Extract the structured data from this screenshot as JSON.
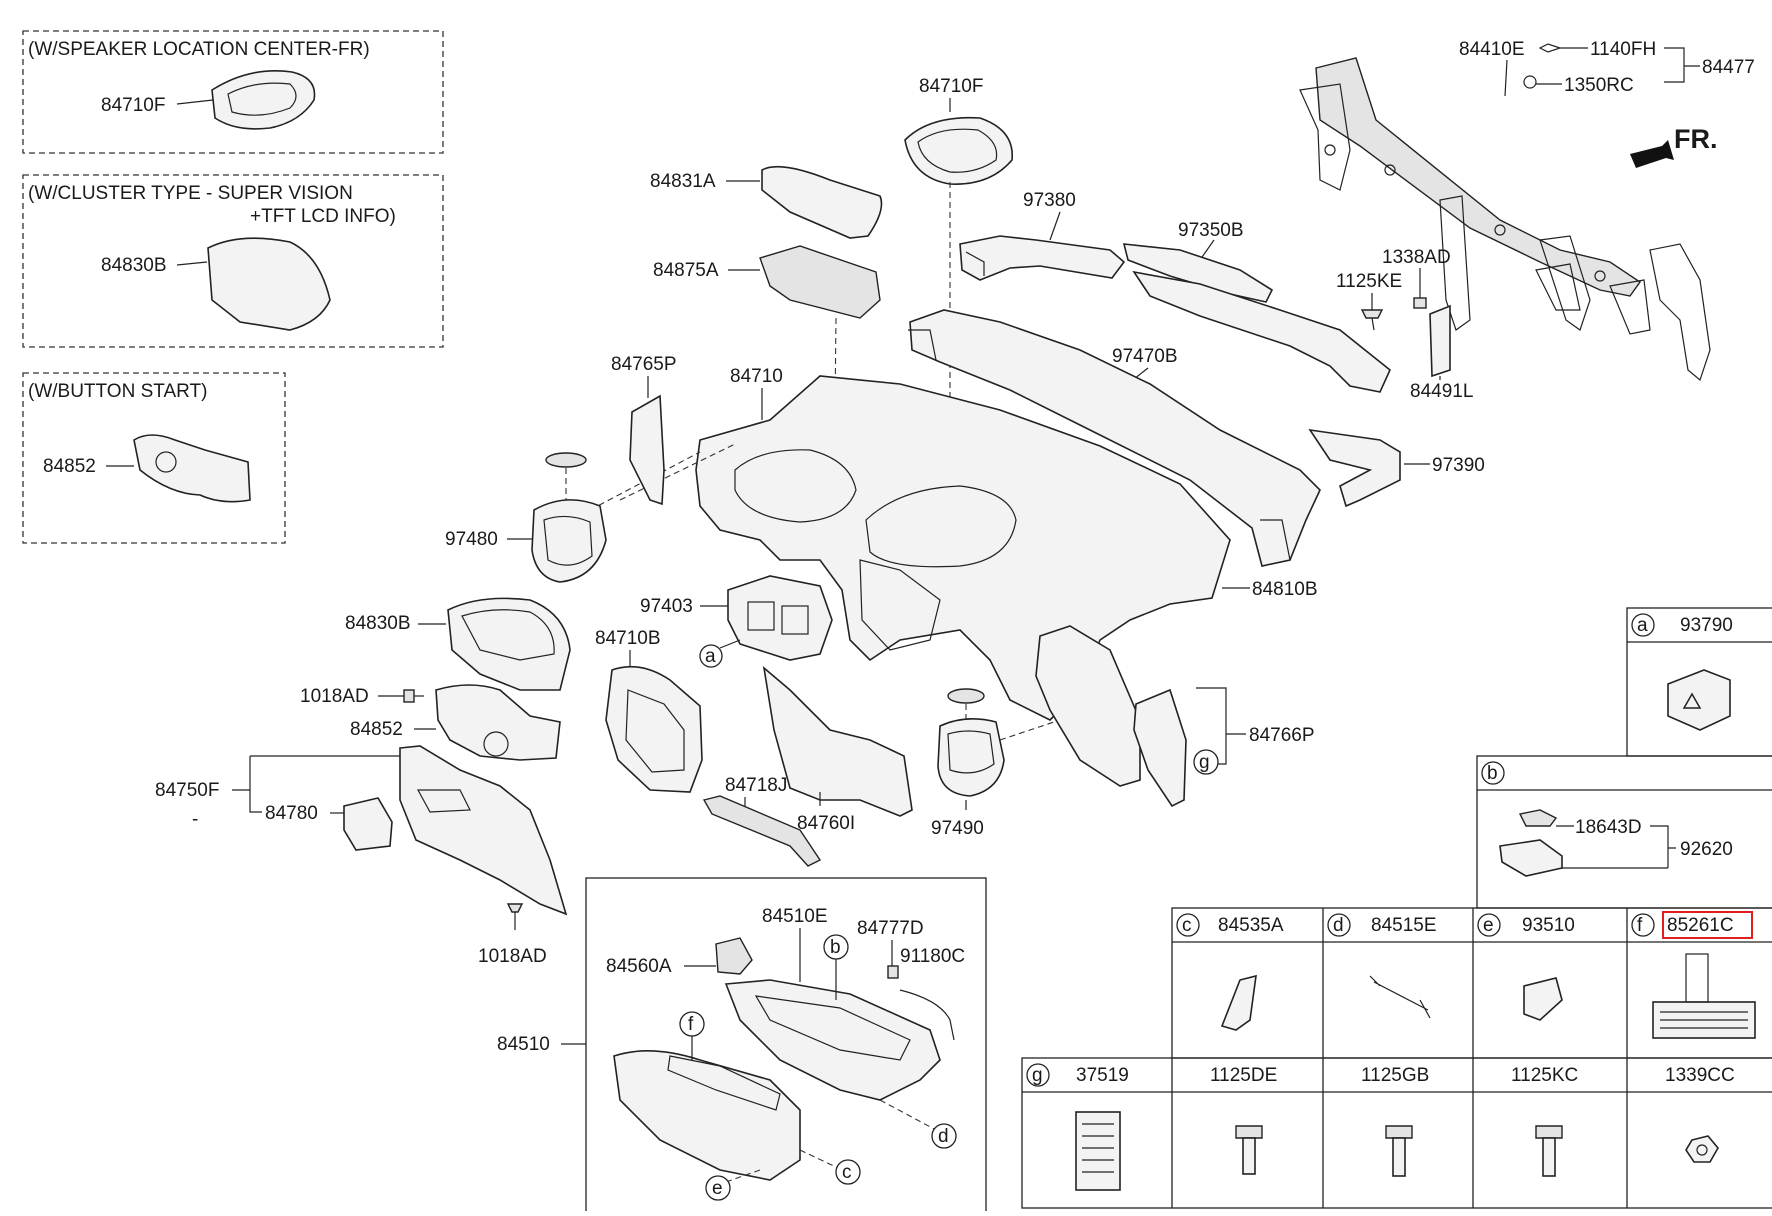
{
  "variant_boxes": {
    "speaker": {
      "title": "(W/SPEAKER LOCATION CENTER-FR)",
      "part": "84710F"
    },
    "cluster": {
      "title_line1": "(W/CLUSTER TYPE - SUPER VISION",
      "title_line2": "+TFT LCD INFO)",
      "part": "84830B"
    },
    "button": {
      "title": "(W/BUTTON START)",
      "part": "84852"
    }
  },
  "direction": {
    "label": "FR."
  },
  "labels": {
    "p84710F": "84710F",
    "p84831A": "84831A",
    "p84875A": "84875A",
    "p97380": "97380",
    "p97350B": "97350B",
    "p84410E": "84410E",
    "p1140FH": "1140FH",
    "p1350RC": "1350RC",
    "p84477": "84477",
    "p1338AD": "1338AD",
    "p1125KE": "1125KE",
    "p84491L": "84491L",
    "p84765P": "84765P",
    "p84710": "84710",
    "p97470B": "97470B",
    "p97390": "97390",
    "p97480": "97480",
    "p84810B": "84810B",
    "p97403": "97403",
    "p84830B": "84830B",
    "p84710B": "84710B",
    "p1018AD_a": "1018AD",
    "p84852": "84852",
    "p84750F": "84750F",
    "p84780": "84780",
    "p84718J": "84718J",
    "p84760I": "84760I",
    "p97490": "97490",
    "p84766P": "84766P",
    "p1018AD_b": "1018AD",
    "p84510E": "84510E",
    "p84777D": "84777D",
    "p91180C": "91180C",
    "p84560A": "84560A",
    "p84510": "84510"
  },
  "callouts": {
    "a": "a",
    "b": "b",
    "c": "c",
    "d": "d",
    "e": "e",
    "f": "f",
    "g": "g"
  },
  "parts_table": {
    "a": {
      "letter": "a",
      "part": "93790"
    },
    "b": {
      "letter": "b",
      "part_a": "18643D",
      "part_b": "92620"
    },
    "c": {
      "letter": "c",
      "part": "84535A"
    },
    "d": {
      "letter": "d",
      "part": "84515E"
    },
    "e": {
      "letter": "e",
      "part": "93510"
    },
    "f": {
      "letter": "f",
      "part": "85261C",
      "highlight_color": "#e02020"
    },
    "g": {
      "letter": "g",
      "part": "37519"
    },
    "bolts": [
      "1125DE",
      "1125GB",
      "1125KC",
      "1339CC"
    ]
  },
  "stray_mark": "-"
}
